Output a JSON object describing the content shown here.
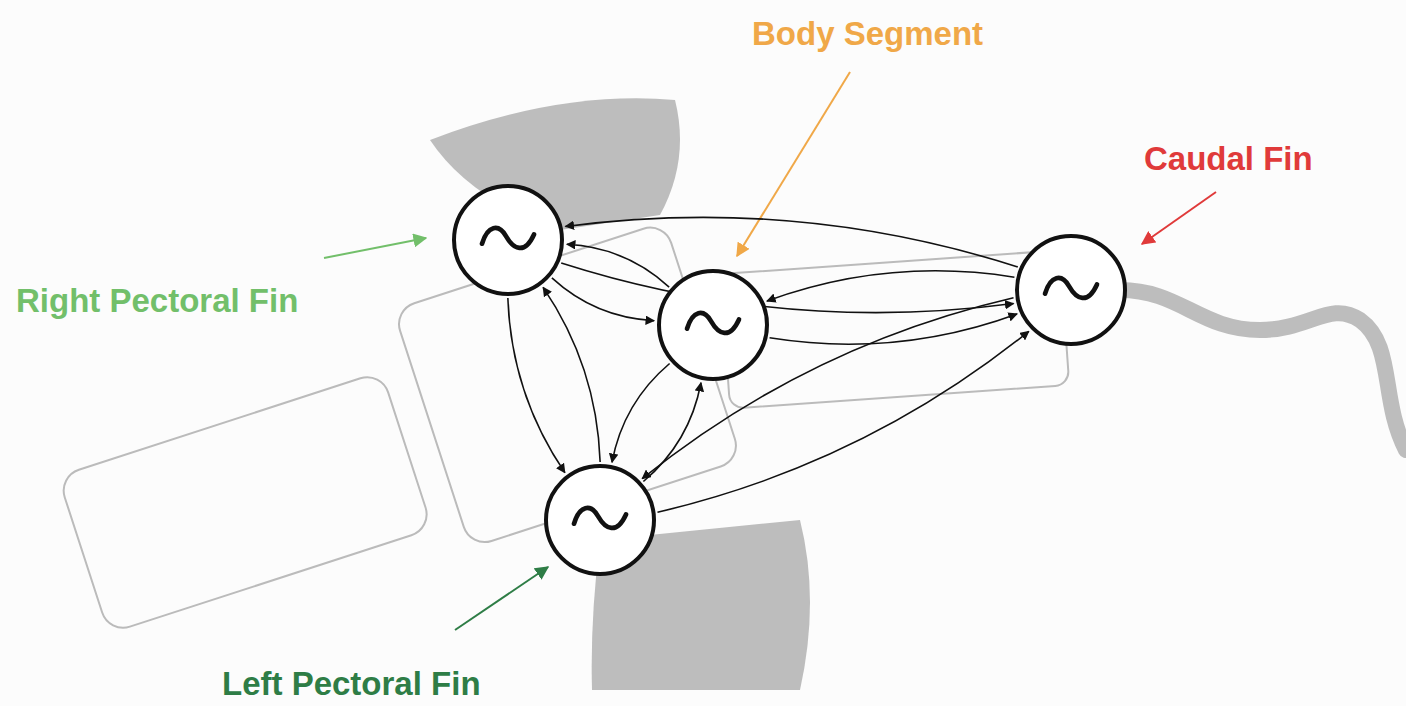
{
  "diagram": {
    "nodes": [
      {
        "text": [
          "Right Pectoral Fin"
        ]
      },
      {
        "text": [
          "Body Segment"
        ]
      },
      {
        "text": [
          "Caudal Fin"
        ]
      },
      {
        "text": [
          "Left Pectoral Fin"
        ]
      }
    ],
    "edges": [
      {
        "from": 0,
        "to": 1,
        "arrow": "to"
      },
      {
        "from": 1,
        "to": 0,
        "arrow": "to"
      },
      {
        "from": 0,
        "to": 3,
        "arrow": "to"
      },
      {
        "from": 3,
        "to": 0,
        "arrow": "to"
      },
      {
        "from": 0,
        "to": 2,
        "arrow": "to"
      },
      {
        "from": 2,
        "to": 0,
        "arrow": "to"
      },
      {
        "from": 1,
        "to": 2,
        "arrow": "to"
      },
      {
        "from": 2,
        "to": 1,
        "arrow": "to"
      },
      {
        "from": 1,
        "to": 3,
        "arrow": "to"
      },
      {
        "from": 3,
        "to": 1,
        "arrow": "to"
      },
      {
        "from": 3,
        "to": 2,
        "arrow": "to"
      },
      {
        "from": 2,
        "to": 3,
        "arrow": "to"
      }
    ]
  }
}
